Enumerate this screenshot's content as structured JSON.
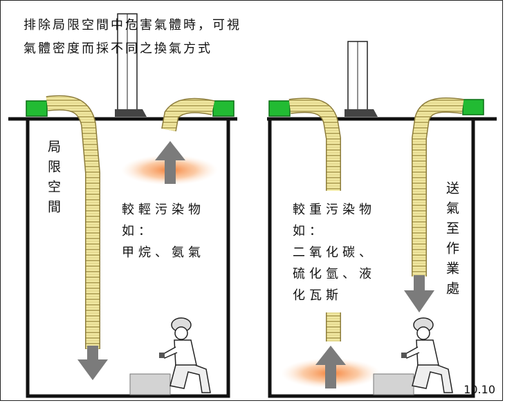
{
  "title": {
    "line1": "排除局限空間中危害氣體時，可視",
    "line2": "氣體密度而採不同之換氣方式"
  },
  "left_panel": {
    "space_label": "局限空間",
    "pollutant_heading": "較輕污染物",
    "pollutant_intro": "如：",
    "pollutant_examples": "甲烷、氨氣"
  },
  "right_panel": {
    "pollutant_heading": "較重污染物",
    "pollutant_intro": "如：",
    "pollutant_line1": "二氧化碳、",
    "pollutant_line2": "硫化氫、液",
    "pollutant_line3": "化瓦斯",
    "supply_label": "送氣至作業處"
  },
  "figure_code": "10.10",
  "colors": {
    "duct_fill": "#F2E9A2",
    "duct_stroke": "#8C7C3C",
    "fan_green": "#22BB33",
    "arrow_gray": "#7B7B7B",
    "glow": "#F79A55",
    "box_gray": "#D3D3D3"
  }
}
